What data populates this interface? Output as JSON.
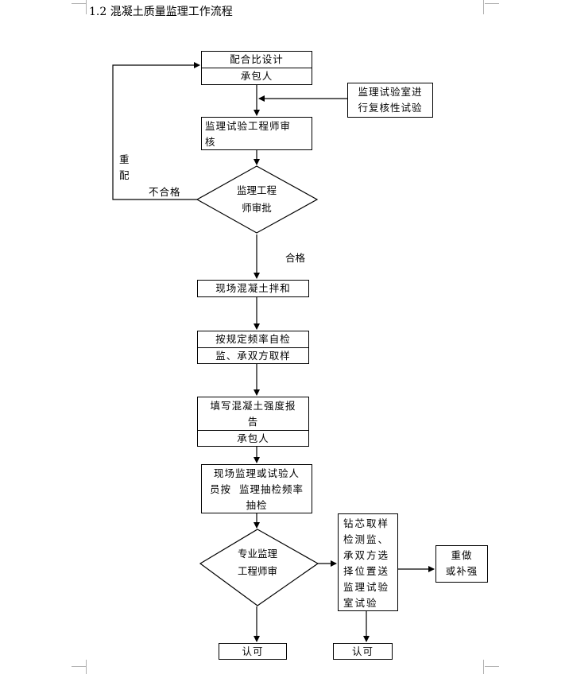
{
  "heading": "1.2 混凝土质量监理工作流程",
  "nodes": {
    "mix_design": {
      "line1": "配合比设计",
      "line2": "承包人"
    },
    "lab_check": {
      "line1": "监理试验室进",
      "line2": "行复核性试验"
    },
    "engineer_review": {
      "line1": "监理试验工程师审",
      "line2": "核"
    },
    "approve_diamond": {
      "line1": "监理工程",
      "line2": "师审批"
    },
    "mixing": {
      "line1": "现场混凝土拌和"
    },
    "self_check": {
      "line1": "按规定频率自检",
      "line2": "监、承双方取样"
    },
    "strength_report": {
      "line1": "填写混凝土强度报",
      "line2": "告",
      "line3": "承包人"
    },
    "sampling": {
      "line1": "现场监理或试验人",
      "line2": "员按  监理抽检频率",
      "line3": "抽检"
    },
    "pro_review": {
      "line1": "专业监理",
      "line2": "工程师审"
    },
    "core_sample": {
      "line1": "钻芯取样",
      "line2": "检测监、",
      "line3": "承双方选",
      "line4": "择位置送",
      "line5": "监理试验",
      "line6": "室试验"
    },
    "rework": {
      "line1": "重做",
      "line2": "或补强"
    },
    "approved_left": {
      "line1": "认可"
    },
    "approved_right": {
      "line1": "认可"
    }
  },
  "edge_labels": {
    "redo_1": "重",
    "redo_2": "配",
    "fail": "不合格",
    "pass": "合格"
  }
}
